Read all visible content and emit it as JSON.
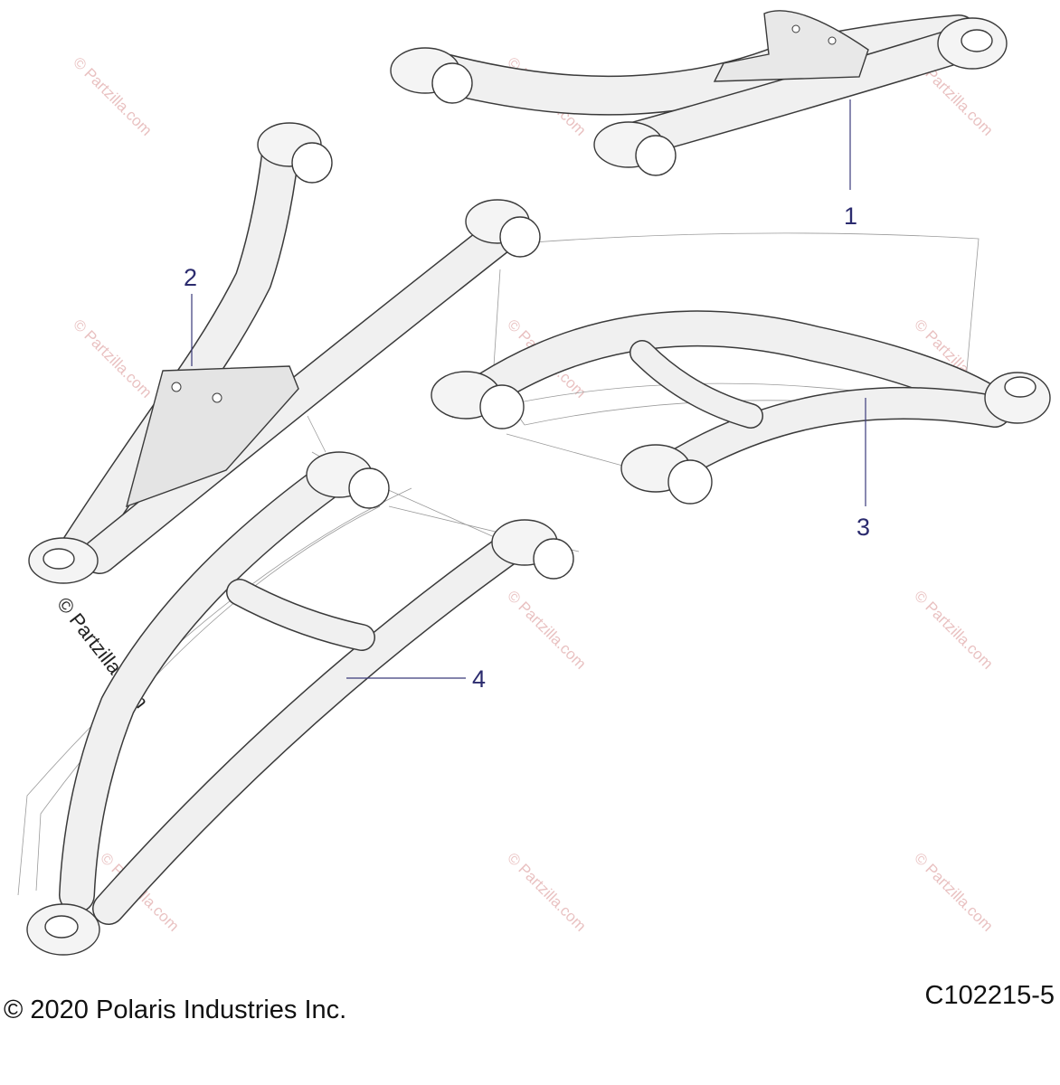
{
  "callouts": [
    {
      "id": "1",
      "label": "1"
    },
    {
      "id": "2",
      "label": "2"
    },
    {
      "id": "3",
      "label": "3"
    },
    {
      "id": "4",
      "label": "4"
    }
  ],
  "watermark": {
    "text": "© Partzilla.com",
    "prominent_text": "© Partzilla.com"
  },
  "footer": {
    "copyright": "© 2020 Polaris Industries Inc.",
    "drawing_code": "C102215-5"
  },
  "colors": {
    "callout_text": "#2b2b6e",
    "line": "#3a3a3a",
    "tube_fill": "#f0f0f0",
    "watermark": "#e0a8a8"
  }
}
